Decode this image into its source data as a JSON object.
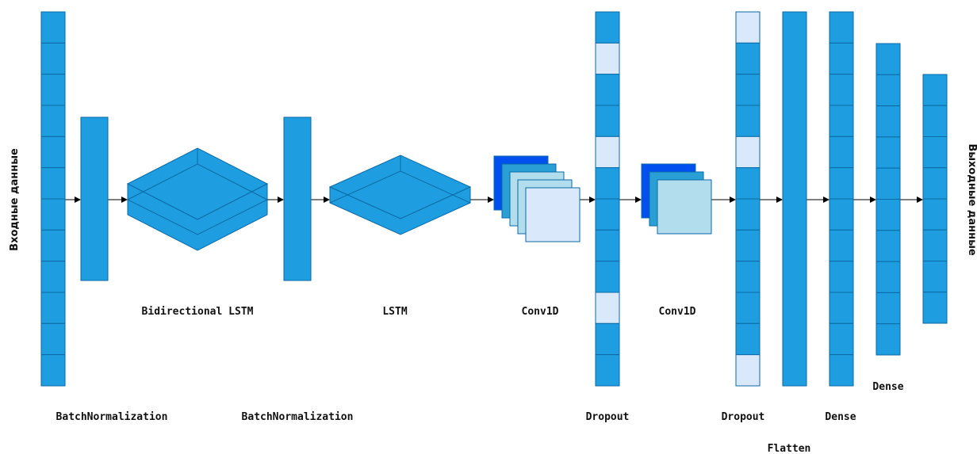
{
  "colors": {
    "layer_fill": "#1e9ee0",
    "layer_stroke": "#0b6aa6",
    "dropout_fill": "#dae8fc",
    "conv_dark": "#0050ef",
    "conv_mid": "#2a9fd6",
    "conv_light": "#b1dded",
    "arrow": "#000000"
  },
  "labels": {
    "input": "Входные данные",
    "output": "Выходные данные",
    "batchnorm_1": "BatchNormalization",
    "batchnorm_2": "BatchNormalization",
    "bilstm": "Bidirectional LSTM",
    "lstm": "LSTM",
    "conv1d_1": "Conv1D",
    "conv1d_2": "Conv1D",
    "dropout_1": "Dropout",
    "dropout_2": "Dropout",
    "flatten": "Flatten",
    "dense_1": "Dense",
    "dense_2": "Dense"
  }
}
